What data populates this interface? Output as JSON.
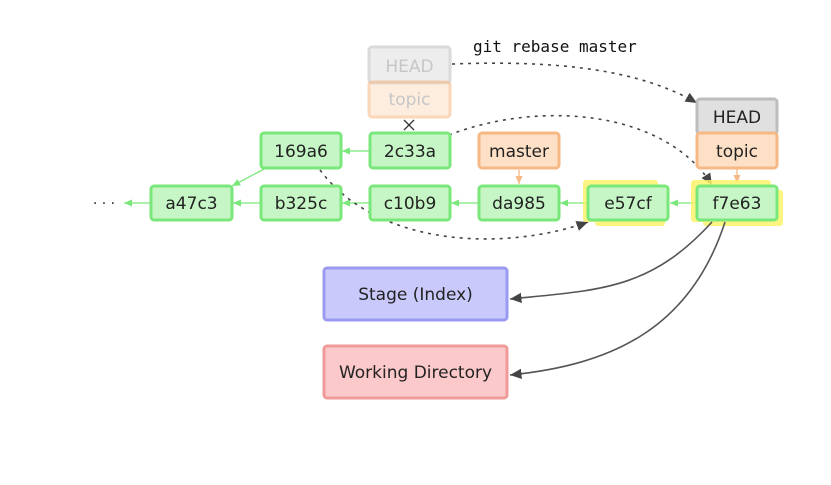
{
  "command": "git rebase master",
  "ellipsis": "· · ·",
  "colors": {
    "commit_fill": "#c6f6c6",
    "commit_stroke": "#7ae77a",
    "branch_fill": "#fde0c6",
    "branch_stroke": "#f6b884",
    "head_fill": "#e0e0e0",
    "head_stroke": "#bdbdbd",
    "highlight": "#fbf36a",
    "stage_fill": "#c9c9fb",
    "stage_stroke": "#9a9af1",
    "workdir_fill": "#fbc9c9",
    "workdir_stroke": "#f19a9a",
    "arrow_dark": "#555555",
    "cross": "#333333"
  },
  "commits": {
    "a47c3": "a47c3",
    "b325c": "b325c",
    "c10b9": "c10b9",
    "da985": "da985",
    "e57cf": "e57cf",
    "f7e63": "f7e63",
    "169a6": "169a6",
    "2c33a": "2c33a"
  },
  "refs": {
    "old_head": "HEAD",
    "old_topic": "topic",
    "master": "master",
    "new_head": "HEAD",
    "new_topic": "topic"
  },
  "areas": {
    "stage": "Stage (Index)",
    "workdir": "Working Directory"
  }
}
